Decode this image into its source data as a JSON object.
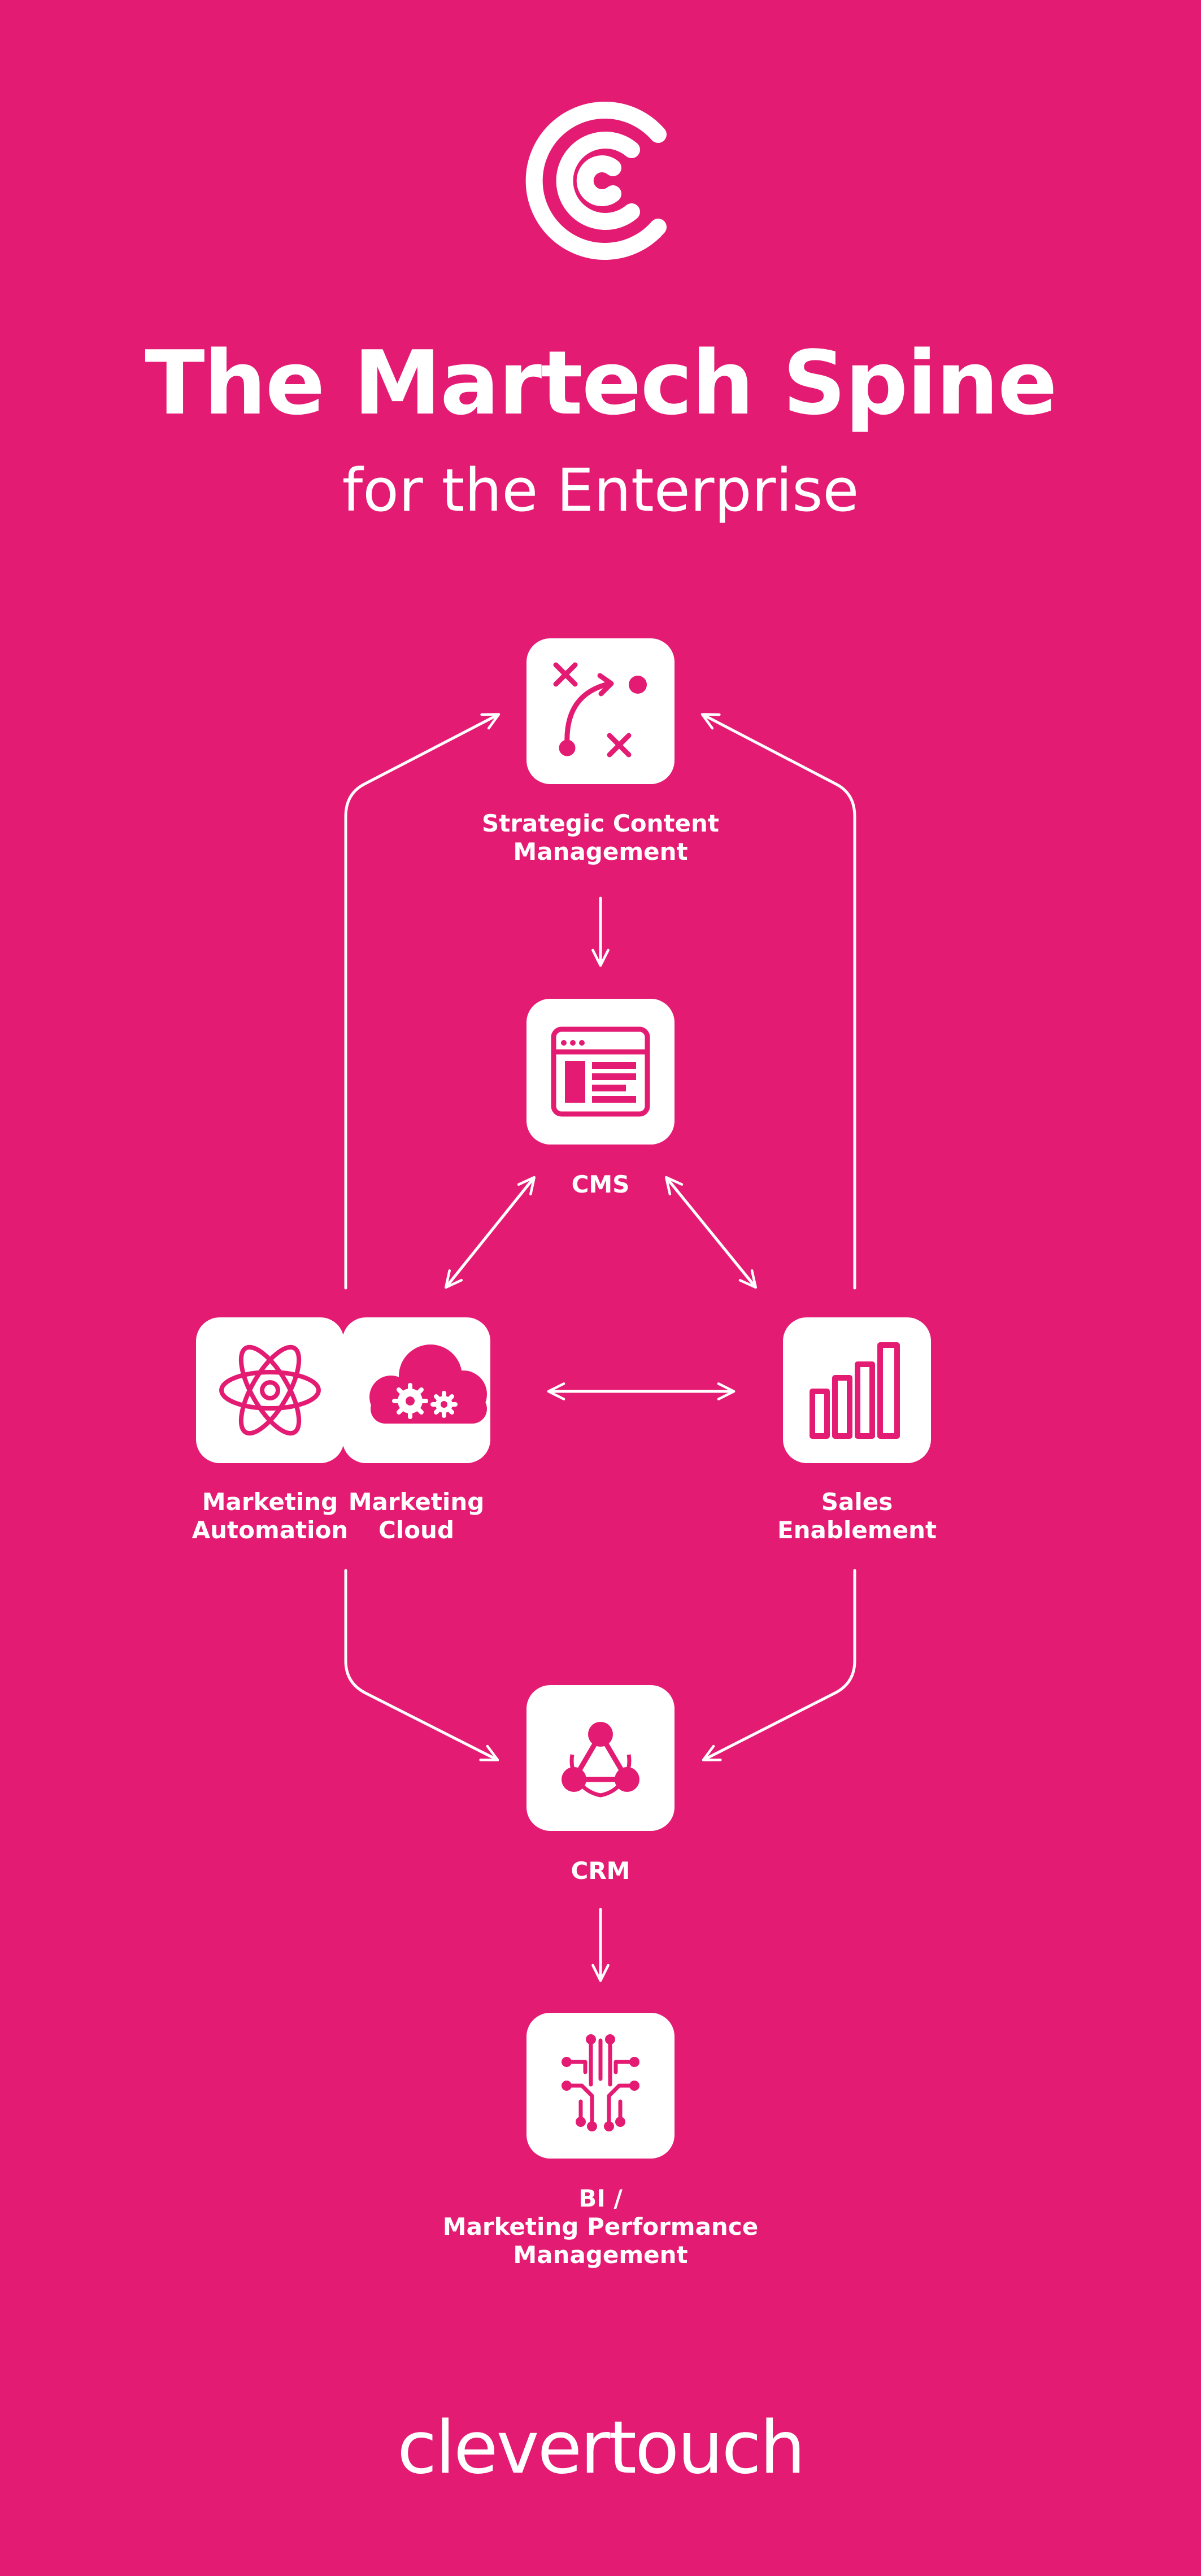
{
  "header": {
    "title": "The Martech Spine",
    "subtitle": "for the Enterprise"
  },
  "nodes": {
    "strategic_content": "Strategic Content\nManagement",
    "cms": "CMS",
    "marketing_automation": "Marketing\nAutomation",
    "marketing_cloud": "Marketing\nCloud",
    "sales_enablement": "Sales\nEnablement",
    "crm": "CRM",
    "bi": "BI /\nMarketing Performance\nManagement"
  },
  "footer": {
    "brand": "clevertouch"
  },
  "colors": {
    "background": "#e41b73",
    "foreground": "#ffffff"
  },
  "icons": {
    "logo": "clevertouch-c-logo",
    "strategic_content": "strategy-play-icon",
    "cms": "browser-layout-icon",
    "marketing_automation": "atom-icon",
    "marketing_cloud": "cloud-gears-icon",
    "sales_enablement": "bar-chart-icon",
    "crm": "network-people-icon",
    "bi": "circuit-icon"
  }
}
